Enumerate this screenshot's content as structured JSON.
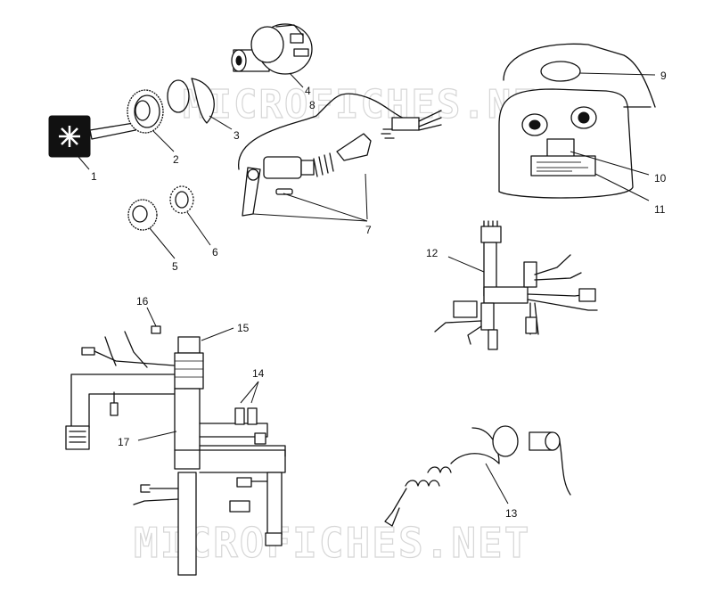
{
  "watermark": {
    "text": "MICROFICHES.NET"
  },
  "callouts": [
    {
      "id": "1",
      "text": "1"
    },
    {
      "id": "2",
      "text": "2"
    },
    {
      "id": "3",
      "text": "3"
    },
    {
      "id": "4",
      "text": "4"
    },
    {
      "id": "5",
      "text": "5"
    },
    {
      "id": "6",
      "text": "6"
    },
    {
      "id": "7",
      "text": "7"
    },
    {
      "id": "8",
      "text": "8"
    },
    {
      "id": "9",
      "text": "9"
    },
    {
      "id": "10",
      "text": "10"
    },
    {
      "id": "11",
      "text": "11"
    },
    {
      "id": "12",
      "text": "12"
    },
    {
      "id": "13",
      "text": "13"
    },
    {
      "id": "14",
      "text": "14"
    },
    {
      "id": "15",
      "text": "15"
    },
    {
      "id": "16",
      "text": "16"
    },
    {
      "id": "17",
      "text": "17"
    }
  ]
}
